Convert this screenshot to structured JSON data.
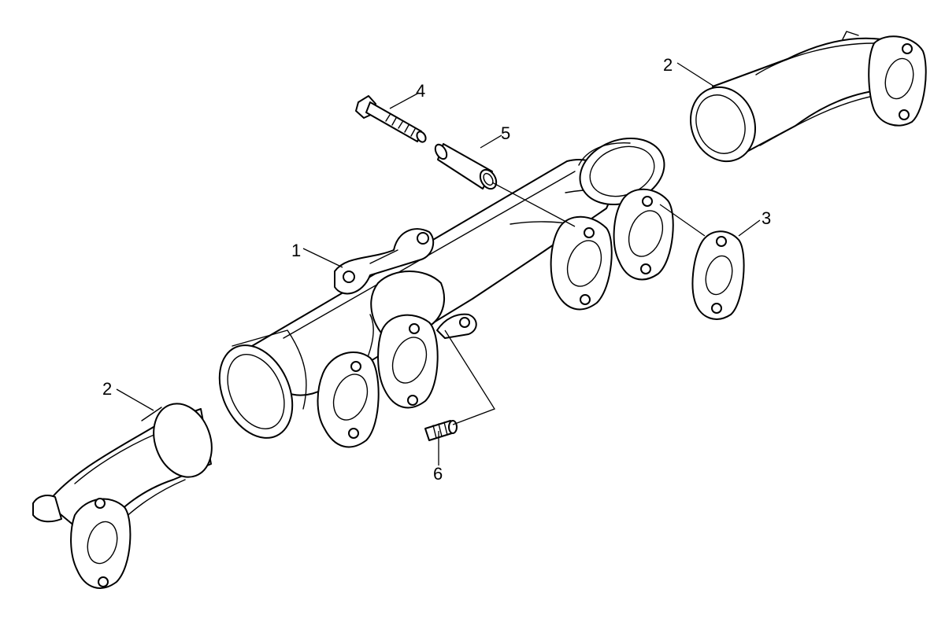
{
  "callouts": [
    {
      "label": "1"
    },
    {
      "label": "2"
    },
    {
      "label": "2"
    },
    {
      "label": "3"
    },
    {
      "label": "4"
    },
    {
      "label": "5"
    },
    {
      "label": "6"
    }
  ]
}
